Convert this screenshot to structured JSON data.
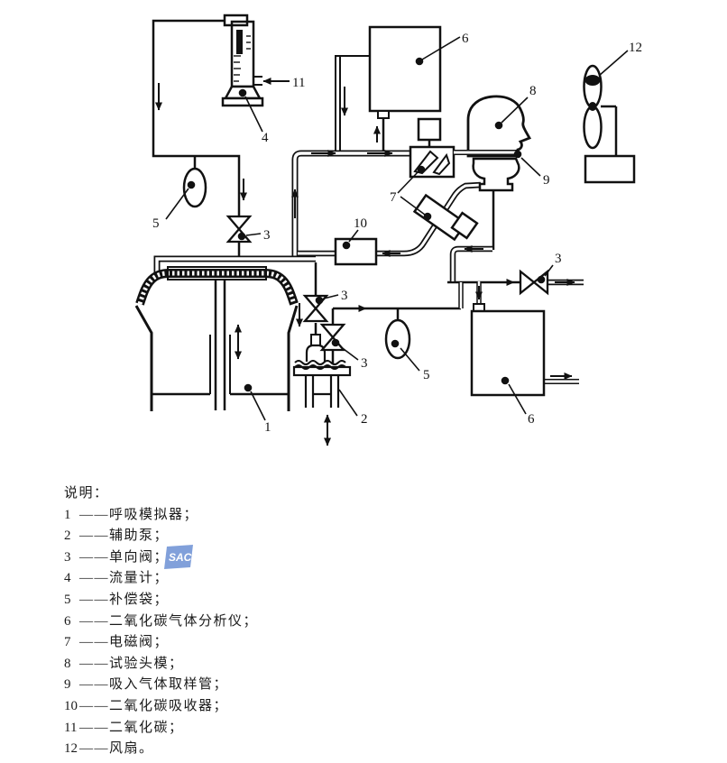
{
  "watermark": {
    "text": "SAC",
    "color": "#6c90d4"
  },
  "diagram": {
    "callouts": {
      "c6a": "6",
      "c8": "8",
      "c9": "9",
      "c12": "12",
      "c11": "11",
      "c4": "4",
      "c5a": "5",
      "c3a": "3",
      "c10": "10",
      "c7": "7",
      "c3b": "3",
      "c1": "1",
      "c3c": "3",
      "c2": "2",
      "c5b": "5",
      "c3d": "3",
      "c6b": "6"
    }
  },
  "legend": {
    "title": "说明：",
    "separator": "——",
    "items": [
      {
        "num": "1",
        "label": "呼吸模拟器；"
      },
      {
        "num": "2",
        "label": "辅助泵；"
      },
      {
        "num": "3",
        "label": "单向阀；"
      },
      {
        "num": "4",
        "label": "流量计；"
      },
      {
        "num": "5",
        "label": "补偿袋；"
      },
      {
        "num": "6",
        "label": "二氧化碳气体分析仪；"
      },
      {
        "num": "7",
        "label": "电磁阀；"
      },
      {
        "num": "8",
        "label": "试验头模；"
      },
      {
        "num": "9",
        "label": "吸入气体取样管；"
      },
      {
        "num": "10",
        "label": "二氧化碳吸收器；"
      },
      {
        "num": "11",
        "label": "二氧化碳；"
      },
      {
        "num": "12",
        "label": "风扇。"
      }
    ]
  }
}
